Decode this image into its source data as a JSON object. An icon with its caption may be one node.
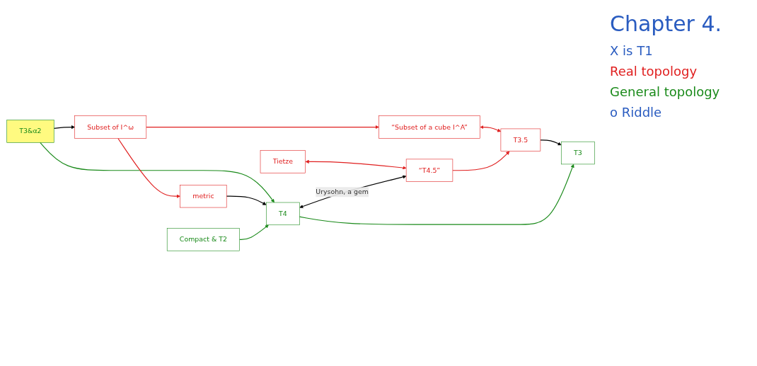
{
  "diagram": {
    "title": "Chapter 4.",
    "nodes": [
      {
        "text": [
          "“Subset of a cube I^A”"
        ]
      },
      {
        "text": [
          "T3.5"
        ]
      },
      {
        "text": [
          "“T4.5”"
        ]
      },
      {
        "text": [
          "Tietze"
        ]
      },
      {
        "text": [
          "T3"
        ]
      },
      {
        "text": [
          "Subset of I^ω"
        ]
      },
      {
        "text": [
          "T3&α2"
        ]
      },
      {
        "text": [
          "T4"
        ]
      },
      {
        "text": [
          "metric"
        ]
      },
      {
        "text": [
          "Compact & T2"
        ]
      }
    ],
    "edges": [
      {
        "from": 0,
        "to": 1,
        "arrow": "both"
      },
      {
        "from": 1,
        "to": 4,
        "arrow": "to",
        "color": "#000000"
      },
      {
        "from": 2,
        "to": 1,
        "arrow": "to"
      },
      {
        "from": 3,
        "to": 2,
        "arrow": "both"
      },
      {
        "from": 5,
        "to": 0,
        "arrow": "to"
      },
      {
        "from": 7,
        "to": 2,
        "arrow": "both",
        "label": "Urysohn, a gem",
        "color": "#000000"
      },
      {
        "from": 6,
        "to": 5,
        "arrow": "to",
        "color": "#000000"
      },
      {
        "from": 6,
        "to": 7,
        "arrow": "to",
        "color": "#1a8a1a"
      },
      {
        "from": 5,
        "to": 8,
        "arrow": "to"
      },
      {
        "from": 8,
        "to": 7,
        "arrow": "to",
        "color": "#000000"
      },
      {
        "from": 7,
        "to": 4,
        "arrow": "to",
        "color": "#1a8a1a"
      },
      {
        "from": 9,
        "to": 7,
        "arrow": "to",
        "color": "#1a8a1a"
      }
    ],
    "labels": [
      "X is T1",
      "Real topology",
      "General topology",
      "o Riddle"
    ]
  }
}
